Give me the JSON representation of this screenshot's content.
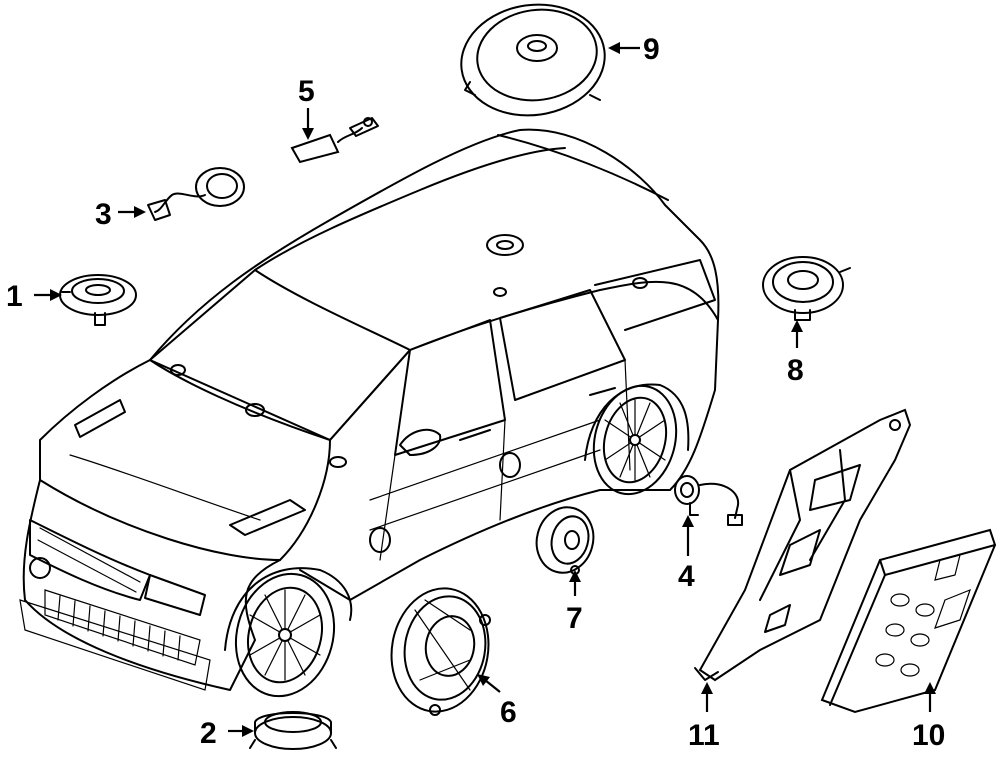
{
  "diagram": {
    "callouts": [
      {
        "id": "1",
        "label": "1"
      },
      {
        "id": "2",
        "label": "2"
      },
      {
        "id": "3",
        "label": "3"
      },
      {
        "id": "4",
        "label": "4"
      },
      {
        "id": "5",
        "label": "5"
      },
      {
        "id": "6",
        "label": "6"
      },
      {
        "id": "7",
        "label": "7"
      },
      {
        "id": "8",
        "label": "8"
      },
      {
        "id": "9",
        "label": "9"
      },
      {
        "id": "10",
        "label": "10"
      },
      {
        "id": "11",
        "label": "11"
      }
    ],
    "parts": [
      {
        "callout": "1",
        "icon": "tweeter-speaker-icon"
      },
      {
        "callout": "2",
        "icon": "round-speaker-icon"
      },
      {
        "callout": "3",
        "icon": "speaker-with-harness-icon"
      },
      {
        "callout": "4",
        "icon": "wiring-harness-icon"
      },
      {
        "callout": "5",
        "icon": "connector-harness-icon"
      },
      {
        "callout": "6",
        "icon": "woofer-speaker-icon"
      },
      {
        "callout": "7",
        "icon": "door-speaker-icon"
      },
      {
        "callout": "8",
        "icon": "rear-speaker-icon"
      },
      {
        "callout": "9",
        "icon": "subwoofer-speaker-icon"
      },
      {
        "callout": "10",
        "icon": "amplifier-module-icon"
      },
      {
        "callout": "11",
        "icon": "mounting-bracket-icon"
      }
    ]
  }
}
